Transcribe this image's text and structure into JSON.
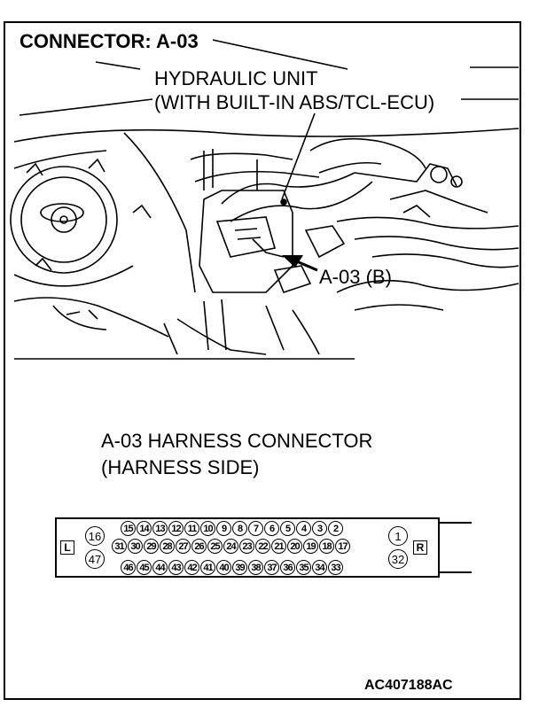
{
  "title": "CONNECTOR: A-03",
  "hydraulic_unit": {
    "line1": "HYDRAULIC UNIT",
    "line2": "(WITH BUILT-IN ABS/TCL-ECU)"
  },
  "callout": "A-03 (B)",
  "harness": {
    "line1": "A-03 HARNESS CONNECTOR",
    "line2": "(HARNESS SIDE)"
  },
  "connector": {
    "left_mark": "L",
    "right_mark": "R",
    "left_pins": [
      "16",
      "47"
    ],
    "right_pins": [
      "1",
      "32"
    ],
    "row_top": [
      "15",
      "14",
      "13",
      "12",
      "11",
      "10",
      "9",
      "8",
      "7",
      "6",
      "5",
      "4",
      "3",
      "2"
    ],
    "row_middle": [
      "31",
      "30",
      "29",
      "28",
      "27",
      "26",
      "25",
      "24",
      "23",
      "22",
      "21",
      "20",
      "19",
      "18",
      "17"
    ],
    "row_bottom": [
      "46",
      "45",
      "44",
      "43",
      "42",
      "41",
      "40",
      "39",
      "38",
      "37",
      "36",
      "35",
      "34",
      "33"
    ]
  },
  "figure_code": "AC407188AC"
}
